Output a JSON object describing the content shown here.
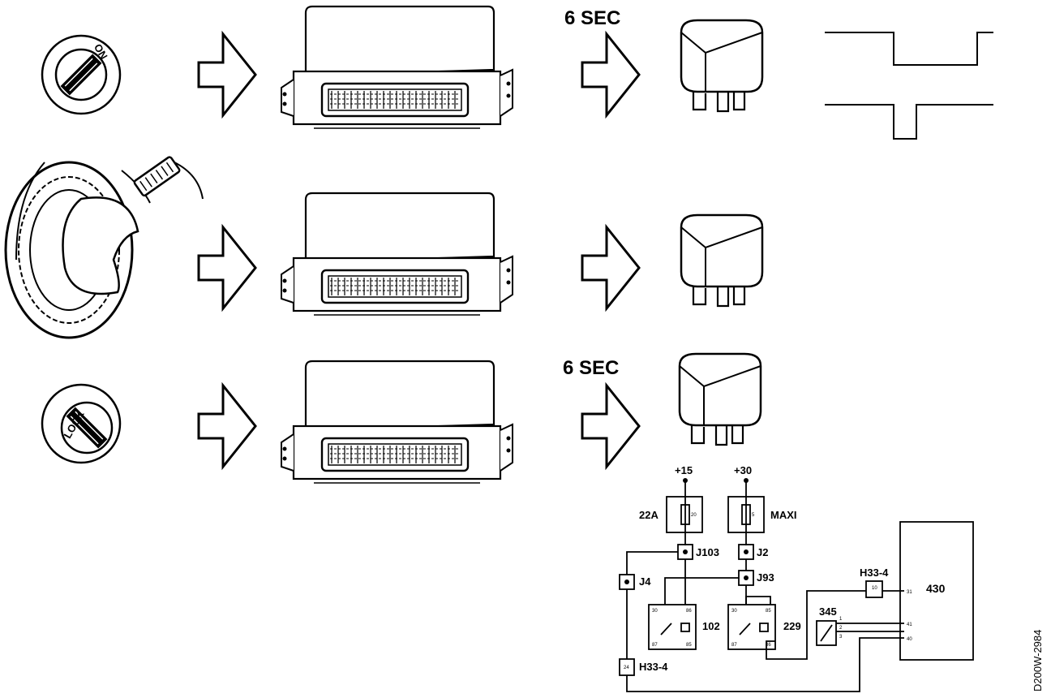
{
  "rows": [
    {
      "timer": "6 SEC",
      "key_text": "ON"
    },
    {
      "timer": ""
    },
    {
      "timer": "6 SEC",
      "key_text": "LOCK"
    }
  ],
  "circuit": {
    "supply_left": "+15",
    "supply_right": "+30",
    "fuse_left": "22A",
    "fuse_left_rating": "20",
    "fuse_right": "MAXI",
    "fuse_right_rating": "5",
    "junctions": [
      "J103",
      "J2",
      "J4",
      "J93"
    ],
    "relay_left": "102",
    "relay_left_pins": [
      "30",
      "86",
      "87",
      "85"
    ],
    "relay_right": "229",
    "relay_right_pins": [
      "30",
      "85",
      "87",
      "86"
    ],
    "connector_top": "H33-4",
    "connector_top_pin": "10",
    "connector_bottom": "H33-4",
    "connector_bottom_pin": "24",
    "switch": "345",
    "switch_pins": [
      "1",
      "2",
      "3"
    ],
    "ecu": "430",
    "ecu_pins": [
      "31",
      "41",
      "40"
    ]
  },
  "figure_id": "D200W-2984"
}
